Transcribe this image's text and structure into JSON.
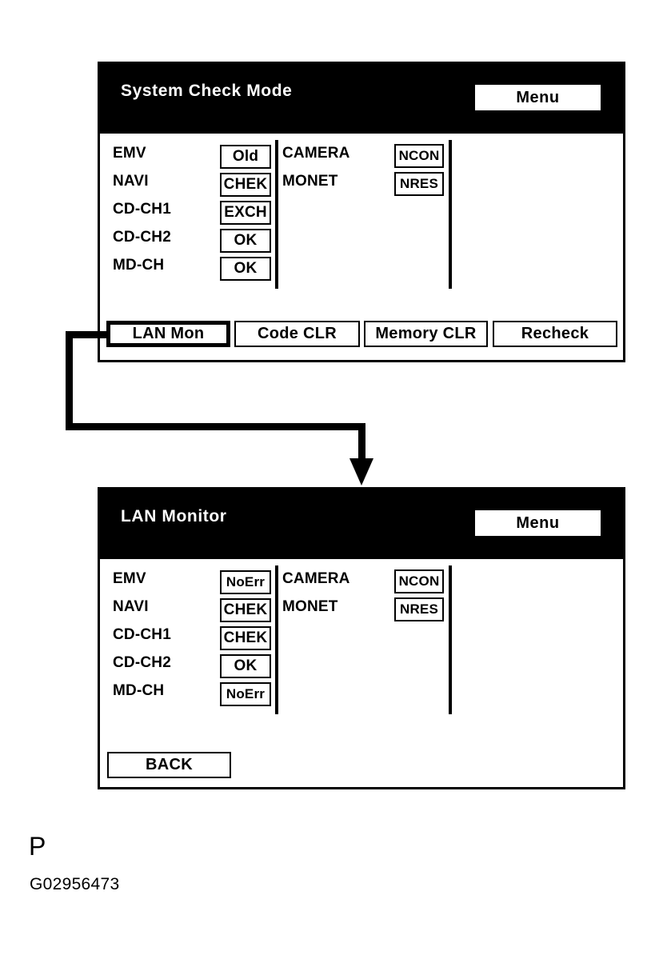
{
  "figure": {
    "caption_letter": "P",
    "caption_code": "G02956473"
  },
  "colors": {
    "background": "#ffffff",
    "ink": "#000000",
    "header_bg": "#000000",
    "header_text": "#ffffff"
  },
  "panels": [
    {
      "id": "system-check-mode",
      "title": "System Check Mode",
      "menu_label": "Menu",
      "left_column": [
        {
          "label": "EMV",
          "status": "Old"
        },
        {
          "label": "NAVI",
          "status": "CHEK"
        },
        {
          "label": "CD-CH1",
          "status": "EXCH"
        },
        {
          "label": "CD-CH2",
          "status": "OK"
        },
        {
          "label": "MD-CH",
          "status": "OK"
        }
      ],
      "right_column": [
        {
          "label": "CAMERA",
          "status": "NCON"
        },
        {
          "label": "MONET",
          "status": "NRES"
        }
      ],
      "buttons": [
        {
          "label": "LAN Mon",
          "selected": true
        },
        {
          "label": "Code CLR",
          "selected": false
        },
        {
          "label": "Memory CLR",
          "selected": false
        },
        {
          "label": "Recheck",
          "selected": false
        }
      ]
    },
    {
      "id": "lan-monitor",
      "title": "LAN Monitor",
      "menu_label": "Menu",
      "left_column": [
        {
          "label": "EMV",
          "status": "NoErr"
        },
        {
          "label": "NAVI",
          "status": "CHEK"
        },
        {
          "label": "CD-CH1",
          "status": "CHEK"
        },
        {
          "label": "CD-CH2",
          "status": "OK"
        },
        {
          "label": "MD-CH",
          "status": "NoErr"
        }
      ],
      "right_column": [
        {
          "label": "CAMERA",
          "status": "NCON"
        },
        {
          "label": "MONET",
          "status": "NRES"
        }
      ],
      "buttons": [
        {
          "label": "BACK",
          "selected": false
        }
      ]
    }
  ]
}
